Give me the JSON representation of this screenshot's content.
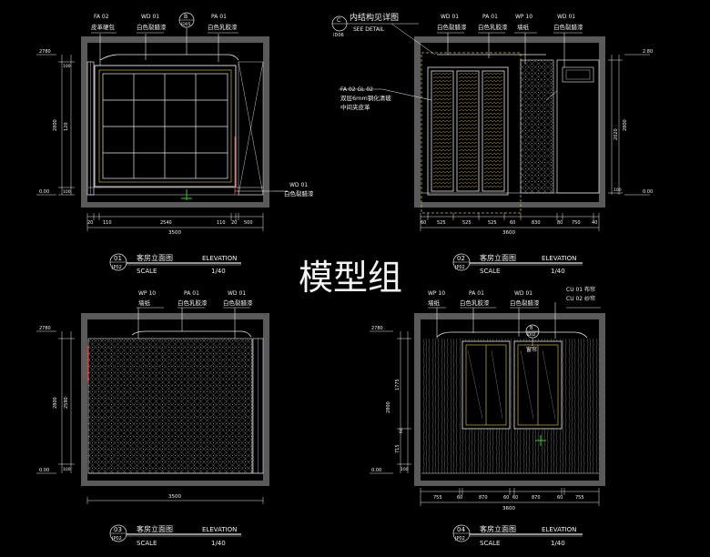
{
  "watermark": "模型组",
  "colors": {
    "background": "#000000",
    "wall": "#5a5a5a",
    "line_white": "#e8e8e8",
    "line_yellow": "#c8b040",
    "line_cyan": "#40d8d8",
    "line_green": "#30d030",
    "line_red": "#d03030",
    "text_white": "#f0f0f0",
    "tag_fill": "#101010"
  },
  "elevations": [
    {
      "id": "e1",
      "number": "01",
      "ref": "JP02",
      "title": "客房立面图",
      "subtitle": "ELEVATION",
      "scale_label": "SCALE",
      "scale_value": "1/40",
      "callouts": [
        {
          "code": "FA 02",
          "text": "皮革硬包"
        },
        {
          "code": "WD 01",
          "text": "白色裂腊漆"
        },
        {
          "code": "PA 01",
          "text": "白色乳胶漆"
        },
        {
          "code": "WD 01",
          "text": "白色裂腊漆"
        }
      ],
      "detail_bubble": {
        "top": "B",
        "bottom": "ID05"
      },
      "total_width": "3500",
      "bottom_dims": [
        "20",
        "110",
        "2540",
        "110",
        "20",
        "500"
      ],
      "left_dims": [
        "2780",
        "100",
        "2800",
        "120",
        "100",
        "0.00"
      ]
    },
    {
      "id": "e2",
      "number": "02",
      "ref": "JP02",
      "title": "客房立面图",
      "subtitle": "ELEVATION",
      "scale_label": "SCALE",
      "scale_value": "1/40",
      "note_bubble": {
        "top": "C",
        "bottom": "ID06"
      },
      "note_title": "内结构见详图",
      "note_sub": "SEE DETAIL",
      "callouts": [
        {
          "code": "WD 01",
          "text": "白色裂腊漆"
        },
        {
          "code": "PA 01",
          "text": "白色乳胶漆"
        },
        {
          "code": "WP 10",
          "text": "墙纸"
        },
        {
          "code": "WD 01",
          "text": "白色裂腊漆"
        }
      ],
      "glass_note": [
        "FA 02  GL 02",
        "双层6mm钢化清玻",
        "中间夹皮革"
      ],
      "total_width": "3600",
      "bottom_dims": [
        "60",
        "525",
        "525",
        "525",
        "60",
        "830",
        "80",
        "750",
        "40"
      ],
      "right_dims": [
        "2.80",
        "2800",
        "2020",
        "100",
        "0.00"
      ]
    },
    {
      "id": "e3",
      "number": "03",
      "ref": "JP02",
      "title": "客房立面图",
      "subtitle": "ELEVATION",
      "scale_label": "SCALE",
      "scale_value": "1/40",
      "callouts": [
        {
          "code": "WP 10",
          "text": "墙纸"
        },
        {
          "code": "PA 01",
          "text": "白色乳胶漆"
        },
        {
          "code": "WD 01",
          "text": "白色裂腊漆"
        }
      ],
      "total_width": "3500",
      "left_dims": [
        "2780",
        "2800",
        "2590",
        "100",
        "0.00"
      ]
    },
    {
      "id": "e4",
      "number": "04",
      "ref": "JP02",
      "title": "客房立面图",
      "subtitle": "ELEVATION",
      "scale_label": "SCALE",
      "scale_value": "1/40",
      "callouts": [
        {
          "code": "WP 10",
          "text": "墙纸"
        },
        {
          "code": "PA 01",
          "text": "白色乳胶漆"
        },
        {
          "code": "WD 01",
          "text": "白色裂腊漆"
        },
        {
          "code": "CU 01 布帘",
          "text": "CU 02 纱帘"
        }
      ],
      "detail_bubble": {
        "top": "B",
        "bottom": "ID02"
      },
      "window_label": "窗帘",
      "total_width": "3600",
      "bottom_dims": [
        "755",
        "60",
        "870",
        "60",
        "60",
        "870",
        "60",
        "755"
      ],
      "left_dims": [
        "2780",
        "2800",
        "1775",
        "60",
        "715",
        "100",
        "0.00"
      ]
    }
  ]
}
